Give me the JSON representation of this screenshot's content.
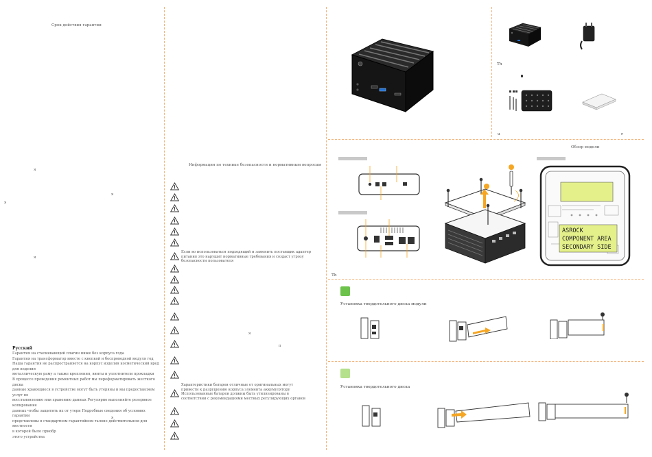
{
  "warranty": {
    "title": "Срок действия гарантии",
    "russian_heading": "Русский",
    "russian_lines": [
      "Гарантия на сталкивающий плагин ниже                              без корпуса      года",
      "Гарантия на трансформатор  вместе с кнопкой и беспроводной модуля     год",
      "Наша гарантия не распространяется на корпус изделия  косметический вред для изделия",
      "металлическую раму  а также крепления, винты и уплотнители прокладки",
      "В процессе проведения ремонтных работ мы переформатировать жесткого диска",
      "данные хранящиеся в устройстве могут быть утеряны     и мы предоставляем услуг по",
      "восстановлению или хранению данных  Регулярно выполняйте резервное копирование",
      "данных  чтобы защитить их от утери  Подробные сведения об условиях гарантии",
      "представлены в стандартном гарантийном талоне  действительном для местности",
      "в которой было приобр",
      " этого устройства"
    ],
    "marks": [
      "я",
      "я",
      "я",
      "я",
      "я"
    ]
  },
  "safety": {
    "title": "Информация по технике безопасности и нормативным вопросам",
    "adapter_note": "Если во использоваться подходящий и заменить поставщик адаптер питания это нарушит нормативные требования и создаст угрозу безопасности пользователя",
    "battery_note": "Характеристики батареи отличные от оригинальных могут привести к разрушению корпуса элемента  аккумулятору   Использованные батареи должны быть утилизированы в соответствии с рекомендациями местных регулирующих органов",
    "marks": [
      "я",
      "п"
    ]
  },
  "contents": {
    "th_label": "Th",
    "bottom_left": "u",
    "bottom_right": "r"
  },
  "overview": {
    "title": "Обзор модели",
    "th_label": "Th",
    "board_text": [
      "ASROCK",
      "COMPONENT AREA",
      "SECONDARY SIDE"
    ]
  },
  "install": {
    "module_title": "Установка твердотельного диска          модули",
    "disk_title": "Установка твердотельного диска"
  },
  "colors": {
    "accent": "#f5a623",
    "fold": "#f2b37a",
    "step1": "#6cc24a",
    "step2": "#b5e08c",
    "box": "#1a1a1a",
    "label_gray": "#c9c9c9"
  },
  "icons": [
    "warning-triangle-icon",
    "usb-port-icon",
    "arrow-icon",
    "screwdriver-icon"
  ]
}
